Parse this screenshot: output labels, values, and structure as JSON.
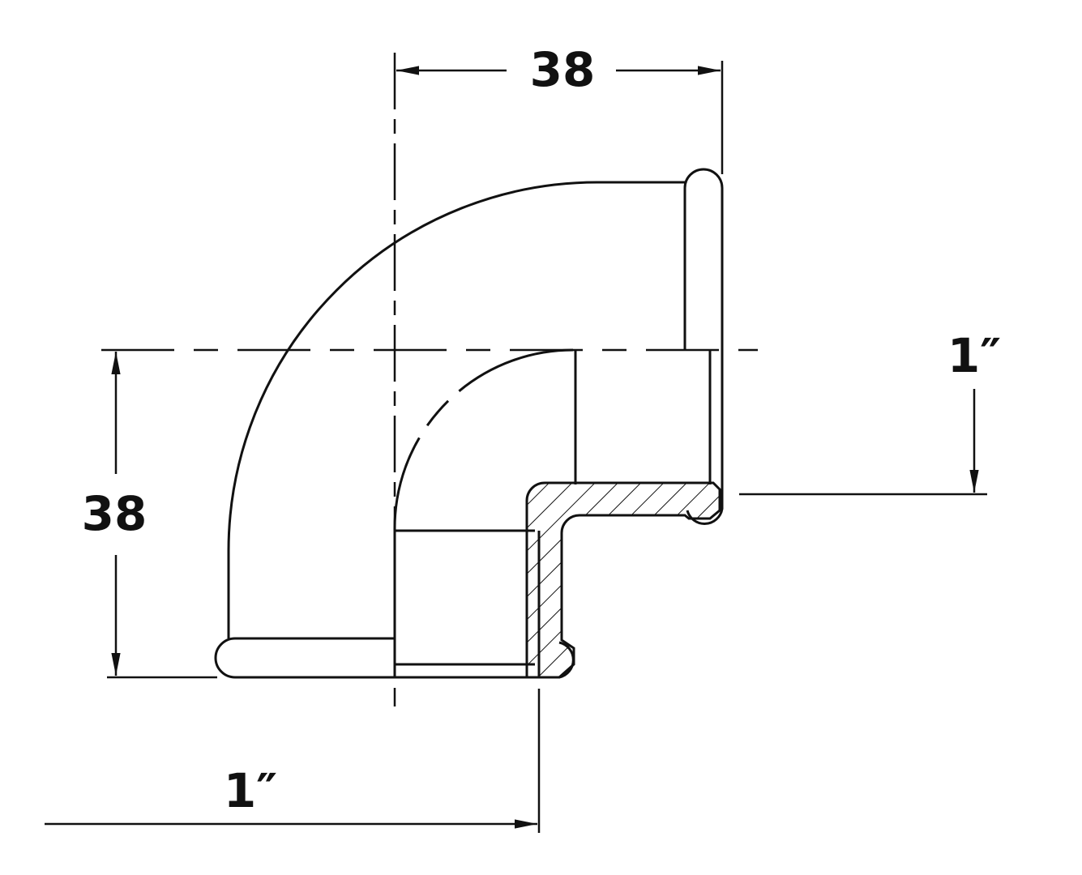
{
  "dimensions": {
    "top_width": "38",
    "left_height": "38",
    "right_thread": "1″",
    "bottom_thread": "1″"
  },
  "colors": {
    "line": "#111111",
    "background": "#ffffff"
  }
}
